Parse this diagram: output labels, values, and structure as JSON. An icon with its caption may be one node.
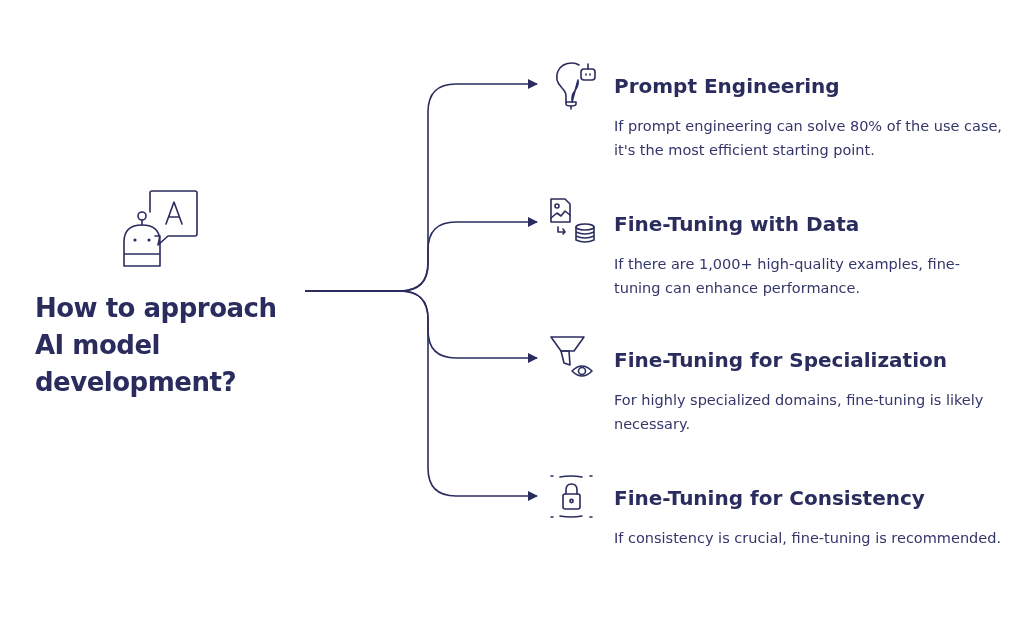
{
  "diagram": {
    "nodes": [
      {
        "text": [
          "How to approach AI model development?"
        ]
      },
      {
        "text": [
          "Prompt Engineering",
          "If prompt engineering can solve 80% of the use case, it's the most efficient starting point."
        ]
      },
      {
        "text": [
          "Fine-Tuning with Data",
          "If there are 1,000+ high-quality examples, fine-tuning can enhance performance."
        ]
      },
      {
        "text": [
          "Fine-Tuning for Specialization",
          "For highly specialized domains, fine-tuning is likely necessary."
        ]
      },
      {
        "text": [
          "Fine-Tuning for Consistency",
          "If consistency is crucial, fine-tuning is recommended."
        ]
      }
    ],
    "edges": [
      {
        "from": 0,
        "to": 1,
        "arrow": "to"
      },
      {
        "from": 0,
        "to": 2,
        "arrow": "to"
      },
      {
        "from": 0,
        "to": 3,
        "arrow": "to"
      },
      {
        "from": 0,
        "to": 4,
        "arrow": "to"
      }
    ]
  }
}
